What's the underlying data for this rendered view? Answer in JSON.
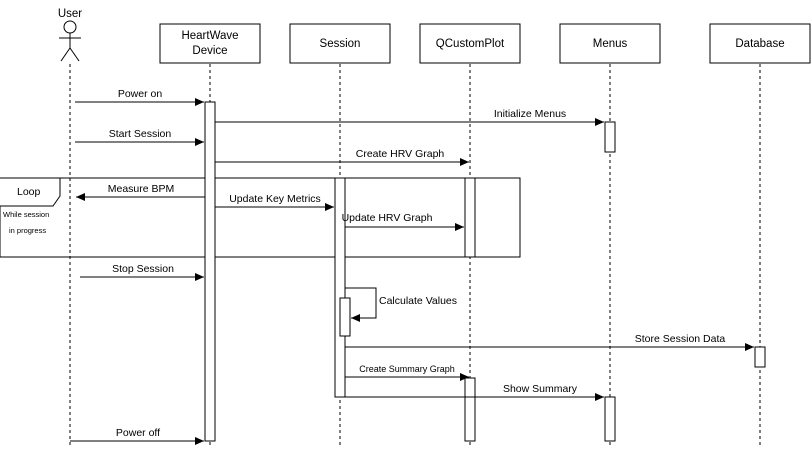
{
  "participants": {
    "user": "User",
    "device_line1": "HeartWave",
    "device_line2": "Device",
    "session": "Session",
    "plot": "QCustomPlot",
    "menus": "Menus",
    "database": "Database"
  },
  "messages": {
    "power_on": "Power on",
    "initialize_menus": "Initialize Menus",
    "start_session": "Start Session",
    "create_hrv_graph": "Create HRV Graph",
    "measure_bpm": "Measure BPM",
    "update_key_metrics": "Update Key Metrics",
    "update_hrv_graph": "Update HRV Graph",
    "stop_session": "Stop Session",
    "calculate_values": "Calculate Values",
    "store_session_data": "Store Session Data",
    "create_summary_graph": "Create Summary Graph",
    "show_summary": "Show Summary",
    "power_off": "Power off"
  },
  "fragment": {
    "operator": "Loop",
    "guard_line1": "While session",
    "guard_line2": "in progress"
  }
}
